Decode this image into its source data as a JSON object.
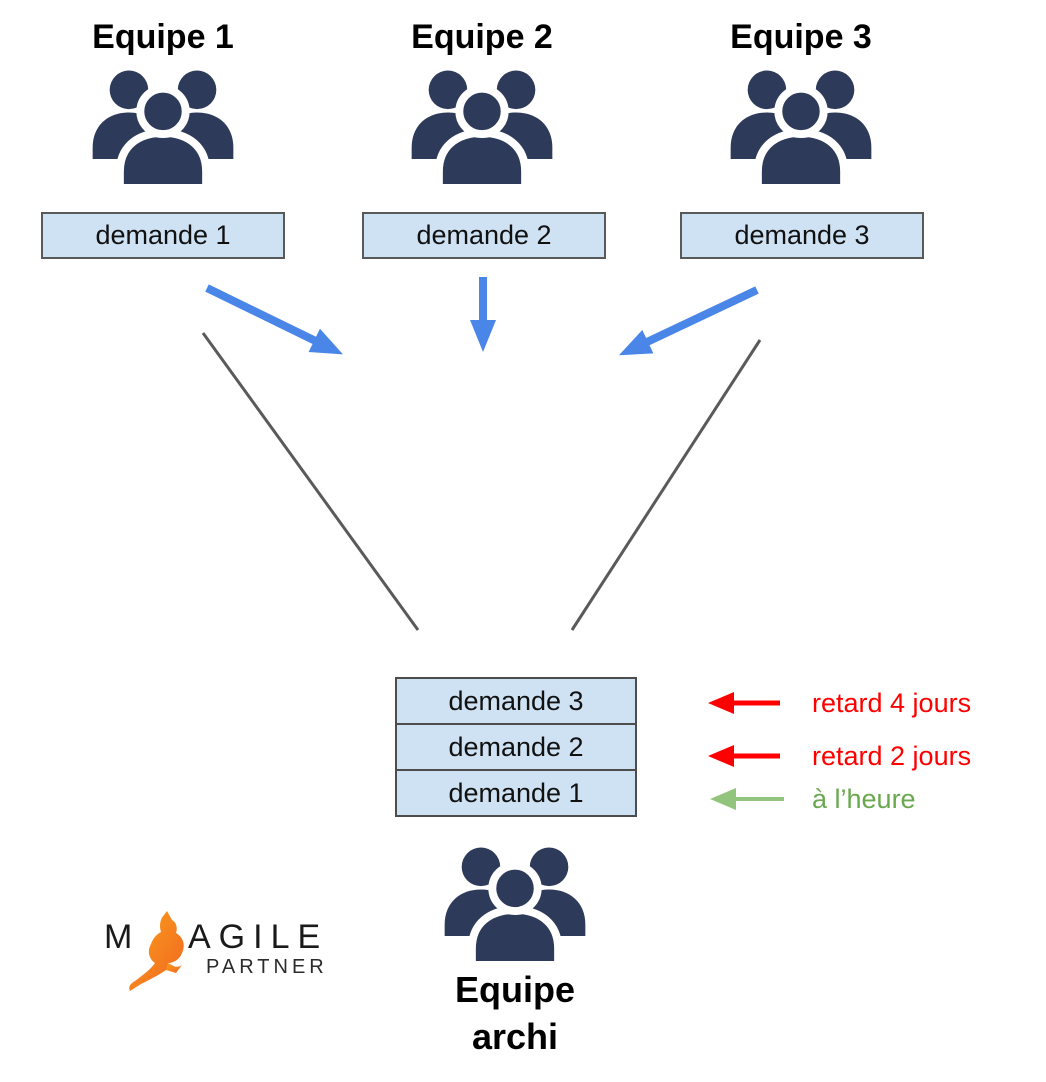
{
  "teams": [
    {
      "title": "Equipe 1",
      "demande": "demande 1"
    },
    {
      "title": "Equipe 2",
      "demande": "demande 2"
    },
    {
      "title": "Equipe 3",
      "demande": "demande 3"
    }
  ],
  "queue": {
    "rows": [
      {
        "label": "demande 3",
        "status": "retard 4 jours",
        "status_color": "#ff0000"
      },
      {
        "label": "demande 2",
        "status": "retard 2 jours",
        "status_color": "#ff0000"
      },
      {
        "label": "demande 1",
        "status": "à l’heure",
        "status_color": "#6aa84f"
      }
    ]
  },
  "bottom_team": {
    "title_line1": "Equipe",
    "title_line2": "archi"
  },
  "logo": {
    "part1": "M",
    "part2": "AGILE",
    "subtitle": "PARTNER"
  },
  "colors": {
    "people_icon": "#2e3a59",
    "box_fill": "#cfe2f3",
    "box_border": "#595959",
    "flow_arrow_blue": "#4a86e8",
    "funnel_line": "#5a5a5a",
    "late_arrow": "#ff0000",
    "ontime_arrow": "#93c47d",
    "late_text": "#ff0000",
    "ontime_text": "#6aa84f",
    "logo_orange_light": "#f9a11b",
    "logo_orange_dark": "#f26522"
  }
}
